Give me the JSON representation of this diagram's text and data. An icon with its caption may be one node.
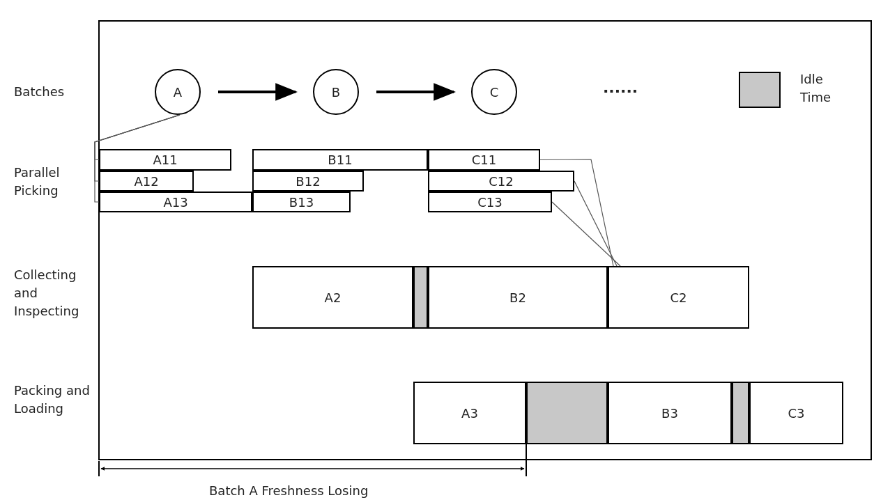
{
  "diagram": {
    "nodes": [
      {
        "text": [
          "A"
        ]
      },
      {
        "text": [
          "B"
        ]
      },
      {
        "text": [
          "C"
        ]
      },
      {
        "text": [
          "A11"
        ]
      },
      {
        "text": [
          "A12"
        ]
      },
      {
        "text": [
          "A13"
        ]
      },
      {
        "text": [
          "B11"
        ]
      },
      {
        "text": [
          "B12"
        ]
      },
      {
        "text": [
          "B13"
        ]
      },
      {
        "text": [
          "C11"
        ]
      },
      {
        "text": [
          "C12"
        ]
      },
      {
        "text": [
          "C13"
        ]
      },
      {
        "text": [
          "A2"
        ]
      },
      {
        "text": [],
        "shape": "box"
      },
      {
        "text": [
          "B2"
        ]
      },
      {
        "text": [
          "C2"
        ]
      },
      {
        "text": [
          "A3"
        ]
      },
      {
        "text": [],
        "shape": "box"
      },
      {
        "text": [
          "B3"
        ]
      },
      {
        "text": [],
        "shape": "box"
      },
      {
        "text": [
          "C3"
        ]
      }
    ],
    "edges": [
      {
        "from": 0,
        "to": 1,
        "arrow": "to",
        "style": "thick"
      },
      {
        "from": 1,
        "to": 2,
        "arrow": "to",
        "style": "thick"
      },
      {
        "from": 0,
        "to": 3,
        "arrow": "none"
      },
      {
        "from": 0,
        "to": 4,
        "arrow": "none"
      },
      {
        "from": 0,
        "to": 5,
        "arrow": "none"
      },
      {
        "from": 9,
        "to": 15,
        "arrow": "none"
      },
      {
        "from": 10,
        "to": 15,
        "arrow": "none"
      },
      {
        "from": 11,
        "to": 15,
        "arrow": "none"
      }
    ],
    "labels": [
      "Batches",
      "......",
      "Parallel Picking",
      "Collecting and Inspecting",
      "Packing and Loading",
      "Batch A Freshness Losing"
    ],
    "legend": [
      {
        "text": "Idle Time",
        "color": "#c8c8c8"
      }
    ]
  }
}
